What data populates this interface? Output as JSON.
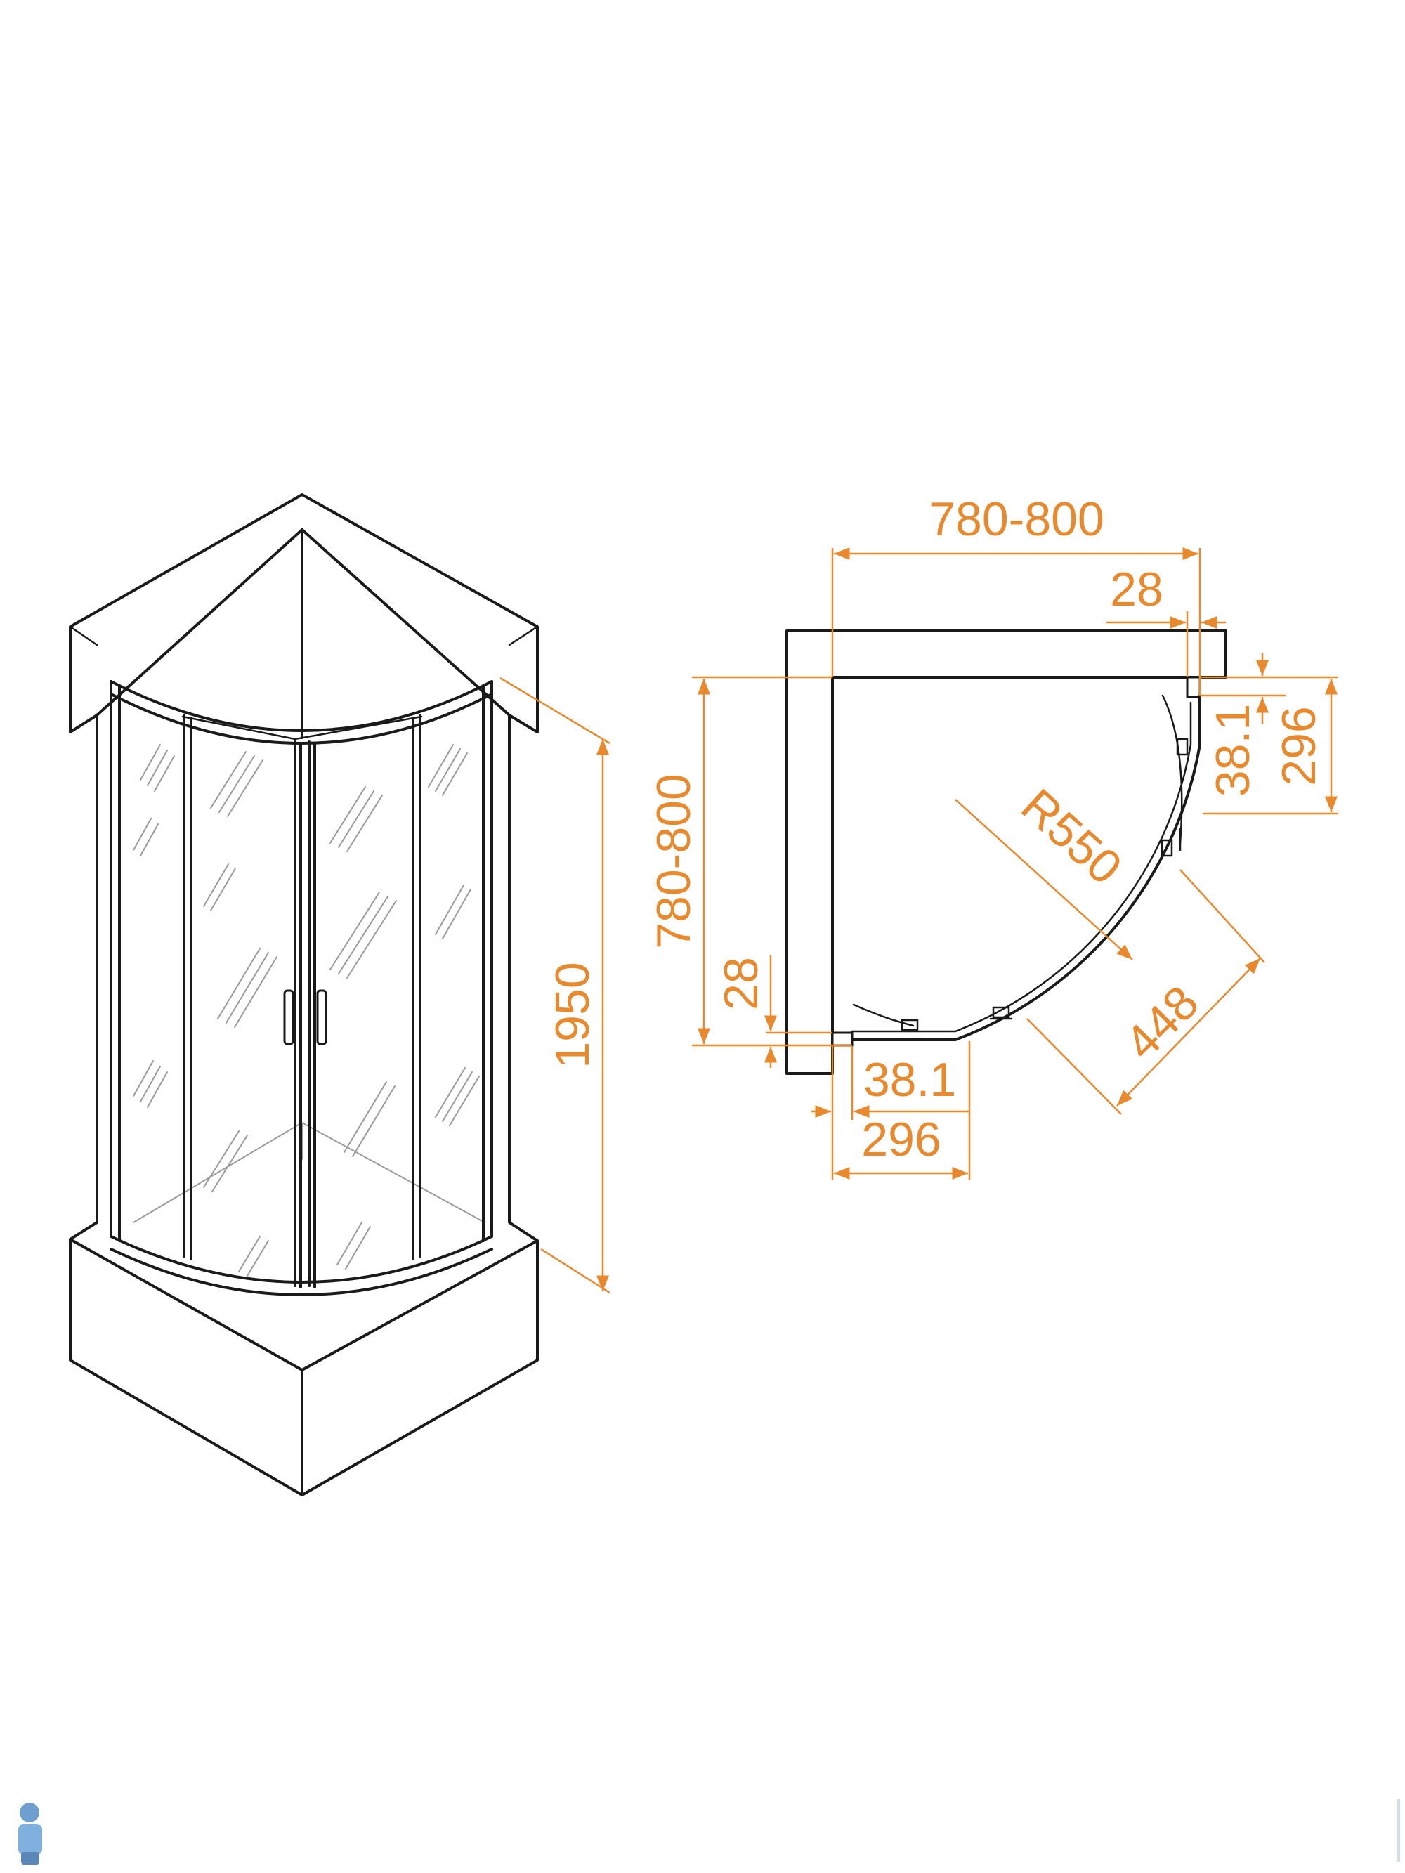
{
  "dimensions": {
    "height_total": "1950",
    "width_top": "780-800",
    "depth_left": "780-800",
    "wall_top": "28",
    "wall_left": "28",
    "radius": "R550",
    "door_opening": "448",
    "profile_right": "38.1",
    "profile_bottom": "38.1",
    "fixed_right": "296",
    "fixed_bottom": "296"
  },
  "colors": {
    "dimension": "#e8892e",
    "line": "#1a1a1a"
  },
  "icons": {
    "corner_logo": "plumber-mascot-icon",
    "watermark": "vertical-watermark"
  }
}
